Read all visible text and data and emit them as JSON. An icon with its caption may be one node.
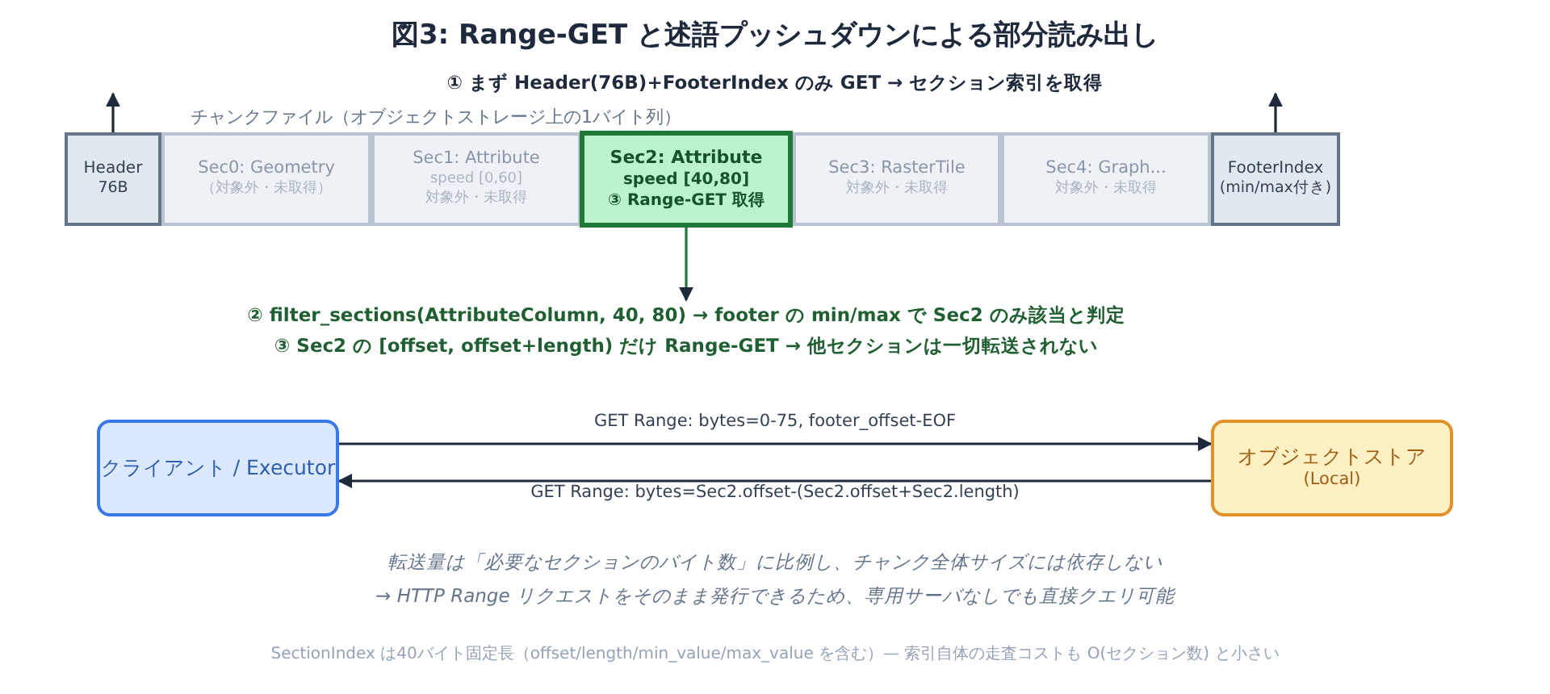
{
  "diagram": {
    "title": "図3: Range-GET と述語プッシュダウンによる部分読み出し",
    "nodes": [
      {
        "text": [
          "Header",
          "76B"
        ]
      },
      {
        "text": [
          "Sec0: Geometry",
          "（対象外・未取得）"
        ]
      },
      {
        "text": [
          "Sec1: Attribute",
          "speed [0,60]",
          "対象外・未取得"
        ]
      },
      {
        "text": [
          "Sec2: Attribute",
          "speed [40,80]",
          "③ Range-GET 取得"
        ]
      },
      {
        "text": [
          "Sec3: RasterTile",
          "対象外・未取得"
        ]
      },
      {
        "text": [
          "Sec4: Graph...",
          "対象外・未取得"
        ]
      },
      {
        "text": [
          "FooterIndex",
          "(min/max付き)"
        ]
      },
      {
        "text": [
          "② filter_sections(AttributeColumn, 40, 80) → footer の min/max で Sec2 のみ該当と判定",
          "③ Sec2 の [offset, offset+length) だけ Range-GET → 他セクションは一切転送されない"
        ]
      },
      {
        "text": [
          "クライアント / Executor"
        ]
      },
      {
        "text": [
          "オブジェクトストア",
          "(Local)"
        ]
      }
    ],
    "edges": [
      {
        "from": 0,
        "to": null,
        "arrow": "to"
      },
      {
        "from": 6,
        "to": null,
        "arrow": "to"
      },
      {
        "from": 3,
        "to": 7,
        "arrow": "to",
        "color": "#1f7a3a"
      },
      {
        "from": 8,
        "to": 9,
        "arrow": "to",
        "label": "GET Range: bytes=0-75, footer_offset-EOF"
      },
      {
        "from": 9,
        "to": 8,
        "arrow": "to",
        "label": "GET Range: bytes=Sec2.offset-(Sec2.offset+Sec2.length)"
      }
    ],
    "labels": [
      "① まず Header(76B)+FooterIndex のみ GET → セクション索引を取得",
      "チャンクファイル（オブジェクトストレージ上の1バイト列）",
      "転送量は「必要なセクションのバイト数」に比例し、チャンク全体サイズには依存しない",
      "→ HTTP Range リクエストをそのまま発行できるため、専用サーバなしでも直接クエリ可能",
      "SectionIndex は40バイト固定長（offset/length/min_value/max_value を含む）— 索引自体の走査コストも O(セクション数) と小さい"
    ]
  }
}
